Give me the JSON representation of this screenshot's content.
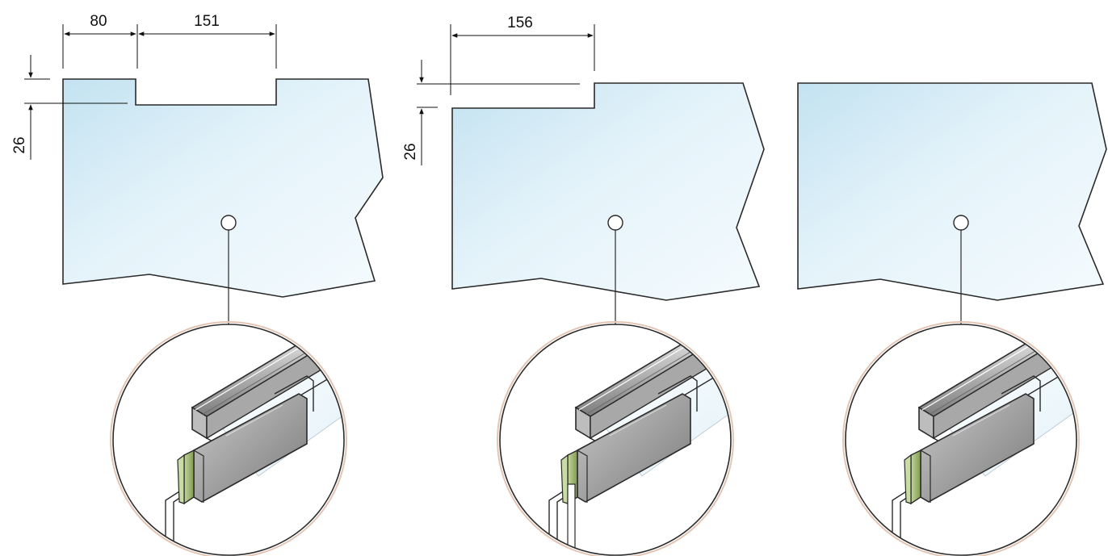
{
  "colors": {
    "glass_light": "#f2fafd",
    "glass_mid": "#d9eef8",
    "glass_dark": "#c3e2f1",
    "outline": "#2a2a2a",
    "callout_ring": "#c8a08a",
    "rail_light": "#d6d6d6",
    "rail_dark": "#8a8a8a",
    "clip_gray": "#9e9e9e",
    "gasket_green": "#a9bf7c"
  },
  "diagrams": [
    {
      "name": "notched-panel",
      "dimensions": {
        "left_offset": "80",
        "notch_width": "151",
        "notch_depth": "26"
      }
    },
    {
      "name": "stepped-panel",
      "dimensions": {
        "step_width": "156",
        "step_depth": "26"
      }
    },
    {
      "name": "plain-panel",
      "dimensions": {}
    }
  ]
}
